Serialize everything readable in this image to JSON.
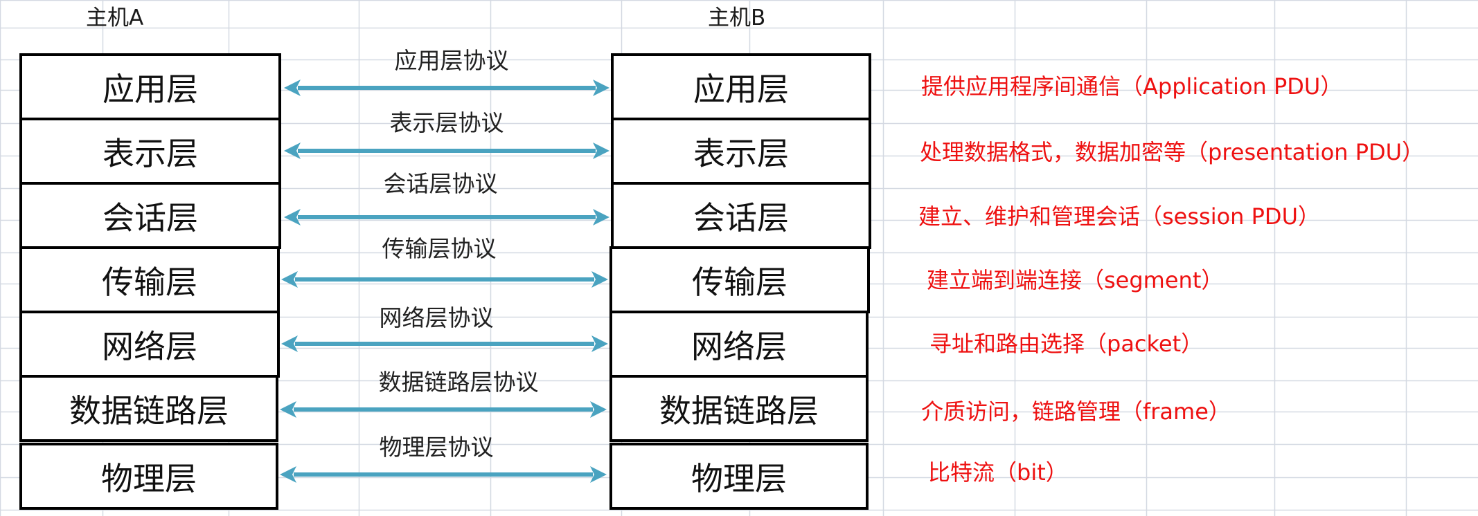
{
  "host_a": {
    "title": "主机A"
  },
  "host_b": {
    "title": "主机B"
  },
  "layers": [
    {
      "name": "应用层",
      "protocol": "应用层协议",
      "description": "提供应用程序间通信（Application PDU）"
    },
    {
      "name": "表示层",
      "protocol": "表示层协议",
      "description": "处理数据格式，数据加密等（presentation PDU）"
    },
    {
      "name": "会话层",
      "protocol": "会话层协议",
      "description": "建立、维护和管理会话（session  PDU）"
    },
    {
      "name": "传输层",
      "protocol": "传输层协议",
      "description": "建立端到端连接（segment）"
    },
    {
      "name": "网络层",
      "protocol": "网络层协议",
      "description": "寻址和路由选择（packet）"
    },
    {
      "name": "数据链路层",
      "protocol": "数据链路层协议",
      "description": "介质访问，链路管理（frame）"
    },
    {
      "name": "物理层",
      "protocol": "物理层协议",
      "description": "比特流（bit）"
    }
  ],
  "colors": {
    "arrow": "#4aa3c0",
    "description_text": "#ee1111",
    "grid_line": "#d4d9e2",
    "box_border": "#000000"
  },
  "icons": {
    "connector": "double-headed-arrow-icon"
  }
}
